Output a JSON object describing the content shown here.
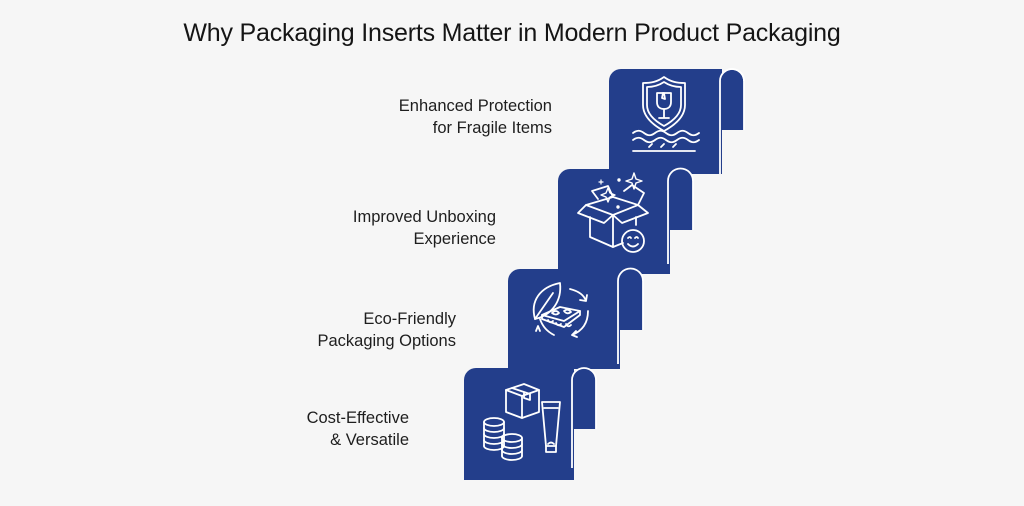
{
  "title": "Why Packaging Inserts Matter in Modern Product Packaging",
  "colors": {
    "panel_fill": "#233e8b",
    "icon_stroke": "#ffffff",
    "background": "#f6f6f6",
    "text": "#1e1e1e"
  },
  "steps": [
    {
      "line1": "Enhanced Protection",
      "line2": "for Fragile Items",
      "icon": "shield-wine-glass-icon"
    },
    {
      "line1": "Improved Unboxing",
      "line2": "Experience",
      "icon": "open-box-smiley-icon"
    },
    {
      "line1": "Eco-Friendly",
      "line2": "Packaging Options",
      "icon": "recycle-leaf-tray-icon"
    },
    {
      "line1": "Cost-Effective",
      "line2": "& Versatile",
      "icon": "coins-box-tube-icon"
    }
  ]
}
